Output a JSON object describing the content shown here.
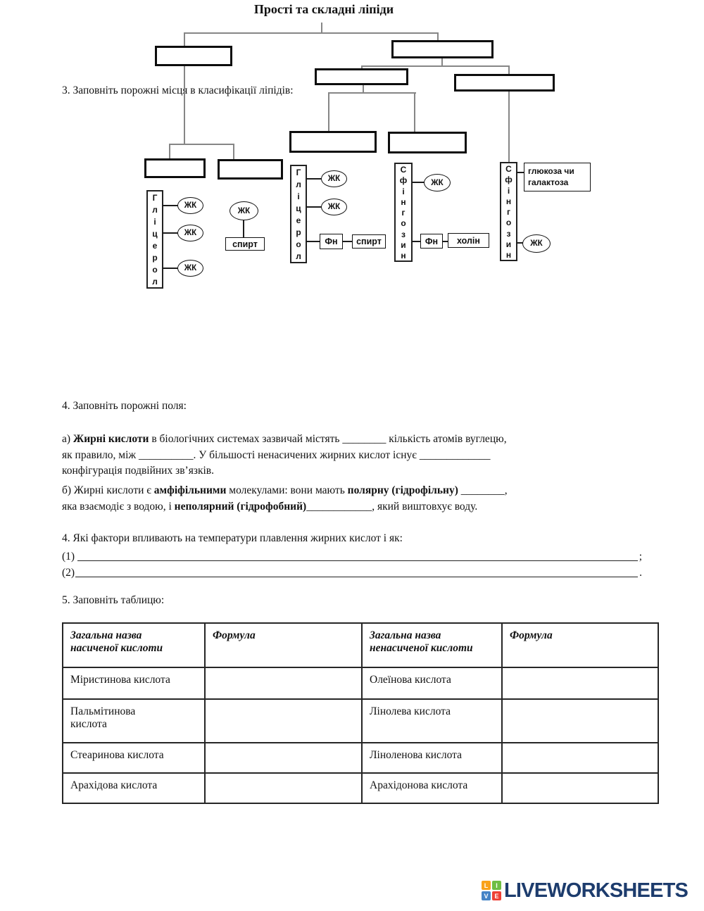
{
  "q3": {
    "label": "3. Заповніть порожні місця в класифікації ліпідів:"
  },
  "diagram": {
    "title": "Прості та складні ліпіди",
    "glycerol": "Гліцерол",
    "sphingosine": "Сфінгозин",
    "zhk": "ЖК",
    "spirt": "спирт",
    "fn": "Фн",
    "cholin": "холін",
    "glucose": "глюкоза чи\nгалактоза"
  },
  "q4a": {
    "label": "4. Заповніть порожні поля:",
    "para_a": [
      {
        "t": "а) ",
        "b": false
      },
      {
        "t": "Жирні кислоти",
        "b": true
      },
      {
        "t": " в біологічних системах зазвичай містять ________ кількість атомів вуглецю,\nяк правило, між __________. У більшості ненасичених жирних кислот існує _____________\nконфігурація подвійних зв’язків.",
        "b": false
      }
    ],
    "para_b": [
      {
        "t": "б) Жирні кислоти є ",
        "b": false
      },
      {
        "t": "амфіфільними",
        "b": true
      },
      {
        "t": " молекулами: вони мають ",
        "b": false
      },
      {
        "t": "полярну (гідрофільну)",
        "b": true
      },
      {
        "t": " ________,\nяка взаємодіє з  водою, і ",
        "b": false
      },
      {
        "t": "неполярний (гідрофобний)",
        "b": true
      },
      {
        "t": "____________, який виштовхує воду.",
        "b": false
      }
    ]
  },
  "q4b": {
    "label": "4. Які фактори впливають на температури плавлення жирних кислот і як:",
    "item1_label": "(1)",
    "item1_end": ";",
    "item2_label": "(2)",
    "item2_end": "."
  },
  "q5": {
    "label": "5. Заповніть таблицю:",
    "table": {
      "headers": [
        "Загальна назва\nнасиченої кислоти",
        "Формула",
        "Загальна назва\nненасиченої кислоти",
        "Формула"
      ],
      "rows": [
        [
          "Міристинова кислота",
          "",
          "Олеїнова кислота",
          ""
        ],
        [
          "Пальмітинова\nкислота",
          "",
          "Лінолева кислота",
          ""
        ],
        [
          "Стеаринова кислота",
          "",
          "Ліноленова кислота",
          ""
        ],
        [
          "Арахідова кислота",
          "",
          "Арахідонова кислота",
          ""
        ]
      ]
    }
  },
  "footer": {
    "brand": "LIVEWORKSHEETS",
    "logo_letters": [
      "L",
      "I",
      "V",
      "E"
    ],
    "colors": {
      "navy": "#1d3c6d",
      "orange": "#f9a21a",
      "green": "#6fbe44",
      "blue": "#4583c6",
      "red": "#ee4036"
    }
  }
}
